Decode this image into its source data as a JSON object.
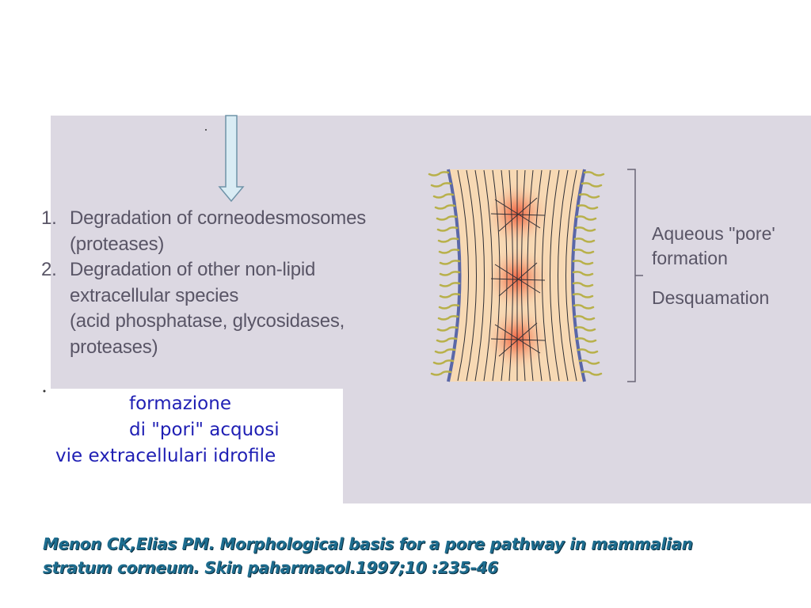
{
  "steps": [
    {
      "number": "1.",
      "line1": "Degradation of corneodesmosomes",
      "line2": "(proteases)"
    },
    {
      "number": "2.",
      "line1": "Degradation of other non-lipid",
      "line2": "extracellular species",
      "line3": "(acid phosphatase, glycosidases,",
      "line4": "proteases)"
    }
  ],
  "right_labels": {
    "aqueous_line1": "Aqueous \"pore'",
    "aqueous_line2": "formation",
    "desquamation": "Desquamation"
  },
  "italian_caption": {
    "line1": "formazione",
    "line2": "di \"pori\" acquosi",
    "line3": "vie extracellulari idrofile"
  },
  "citation": {
    "line1": "Menon CK,Elias PM. Morphological basis for a pore pathway in mammalian",
    "line2": "stratum corneum. Skin paharmacol.1997;10 :235-46"
  },
  "colors": {
    "panel": "#dcd8e2",
    "label_text": "#595566",
    "caption_blue": "#1f1fb4",
    "citation_teal": "#1e6d8f",
    "lamella_fill": "#f7d9b4",
    "pore_red": "#e2583a",
    "membrane_blue": "#5a67a8",
    "lipid_tail": "#c9c25a",
    "arrow_fill": "#d9ecf4",
    "arrow_stroke": "#6f93a8"
  }
}
